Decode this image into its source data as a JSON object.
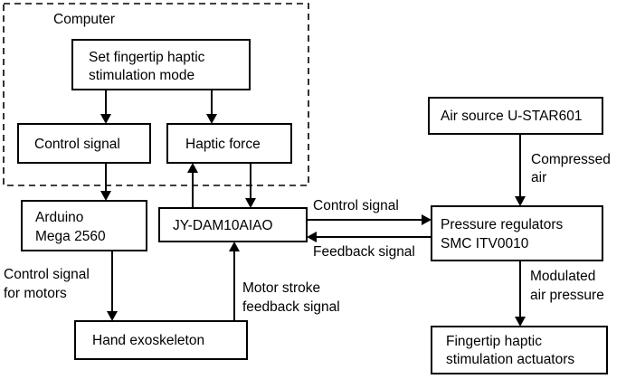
{
  "group": {
    "label": "Computer"
  },
  "nodes": {
    "set_mode": {
      "lines": [
        "Set fingertip haptic",
        "stimulation mode"
      ]
    },
    "control_signal": {
      "lines": [
        "Control signal"
      ]
    },
    "haptic_force": {
      "lines": [
        "Haptic force"
      ]
    },
    "arduino": {
      "lines": [
        "Arduino",
        "Mega 2560"
      ]
    },
    "daq": {
      "lines": [
        "JY-DAM10AIAO"
      ]
    },
    "regulators": {
      "lines": [
        "Pressure regulators",
        "SMC ITV0010"
      ]
    },
    "air_source": {
      "lines": [
        "Air source  U-STAR601"
      ]
    },
    "exoskeleton": {
      "lines": [
        "Hand exoskeleton"
      ]
    },
    "actuators": {
      "lines": [
        "Fingertip haptic",
        "stimulation actuators"
      ]
    }
  },
  "edge_labels": {
    "control_signal_out": {
      "lines": [
        "Control signal"
      ]
    },
    "feedback_signal": {
      "lines": [
        "Feedback signal"
      ]
    },
    "motor_control": {
      "lines": [
        "Control signal",
        "for motors"
      ]
    },
    "motor_feedback": {
      "lines": [
        "Motor stroke",
        "feedback signal"
      ]
    },
    "compressed_air": {
      "lines": [
        "Compressed",
        "air"
      ]
    },
    "modulated_pressure": {
      "lines": [
        "Modulated",
        "air pressure"
      ]
    }
  }
}
